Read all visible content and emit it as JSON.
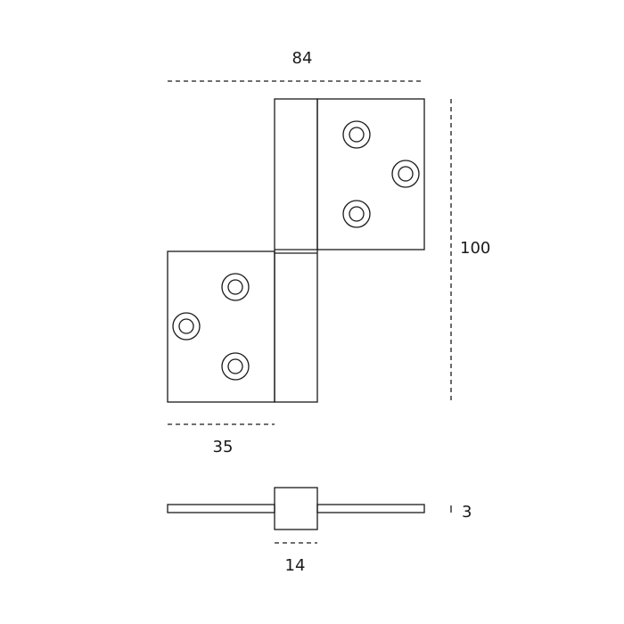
{
  "dimensions": {
    "overall_width": "84",
    "overall_height": "100",
    "leaf_width": "35",
    "thickness": "3",
    "knuckle_width": "14"
  },
  "colors": {
    "line": "#1a1a1a",
    "background": "#ffffff"
  }
}
